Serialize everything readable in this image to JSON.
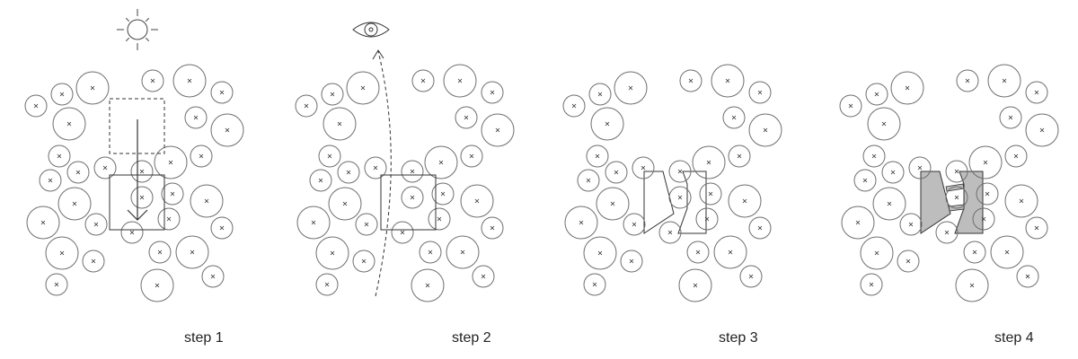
{
  "steps": [
    {
      "label": "step 1",
      "icon": "sun-icon"
    },
    {
      "label": "step 2",
      "icon": "eye-icon"
    },
    {
      "label": "step 3",
      "icon": ""
    },
    {
      "label": "step 4",
      "icon": ""
    }
  ],
  "colors": {
    "stroke": "#6f6f6f",
    "fill": "#bdbdbd",
    "text": "#222222"
  }
}
